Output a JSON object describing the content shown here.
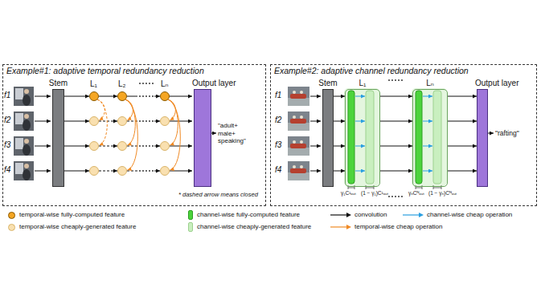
{
  "diagram": {
    "nodes": [
      {
        "text": [
          "Example#1: adaptive temporal redundancy reduction"
        ]
      },
      {
        "text": [
          "Stem"
        ],
        "in": 0
      },
      {
        "text": [
          "Output layer"
        ],
        "in": 0
      },
      {
        "text": [
          "Example#2: adaptive channel redundancy reduction"
        ]
      },
      {
        "text": [
          "Stem"
        ],
        "in": 3
      },
      {
        "text": [
          "L₁"
        ],
        "in": 3
      },
      {
        "text": [
          "Lₙ"
        ],
        "in": 3
      },
      {
        "text": [
          "Output layer"
        ],
        "in": 3
      }
    ],
    "edges": [
      {
        "from": 4,
        "to": 5,
        "arrow": "to"
      },
      {
        "from": 4,
        "to": 5,
        "arrow": "to"
      },
      {
        "from": 4,
        "to": 5,
        "arrow": "to"
      },
      {
        "from": 4,
        "to": 5,
        "arrow": "to"
      },
      {
        "from": 5,
        "to": 6,
        "arrow": "to"
      },
      {
        "from": 5,
        "to": 6,
        "arrow": "to"
      },
      {
        "from": 5,
        "to": 6,
        "arrow": "to"
      },
      {
        "from": 5,
        "to": 6,
        "arrow": "to"
      },
      {
        "from": 6,
        "to": 7,
        "arrow": "to"
      },
      {
        "from": 6,
        "to": 7,
        "arrow": "to"
      },
      {
        "from": 6,
        "to": 7,
        "arrow": "to"
      },
      {
        "from": 6,
        "to": 7,
        "arrow": "to"
      }
    ],
    "labels": [
      "f1",
      "f2",
      "f3",
      "f4",
      "L₁",
      "L₂",
      "Lₙ",
      "\"adult+ male+ speaking\"",
      "* dashed arrow means closed",
      "f1",
      "f2",
      "f3",
      "f4",
      "γ₁C¹ₒᵤₜ",
      "(1 − γ₁)C¹ₒᵤₜ",
      "γₙCᴺₒᵤₜ",
      "(1 − γₙ)Cᴺₒᵤₜ",
      "\"rafting\""
    ],
    "legend": [
      {
        "text": "temporal-wise fully-computed feature",
        "color": "#f5a623"
      },
      {
        "text": "channel-wise fully-computed feature",
        "color": "#4cd43c"
      },
      {
        "text": "convolution"
      },
      {
        "text": "channel-wise cheap operation"
      },
      {
        "text": "temporal-wise cheaply-generated feature",
        "color": "#f9e0b0"
      },
      {
        "text": "channel-wise cheaply-generated feature",
        "color": "#c9efbf"
      },
      {
        "text": "temporal-wise cheap operation"
      }
    ]
  }
}
